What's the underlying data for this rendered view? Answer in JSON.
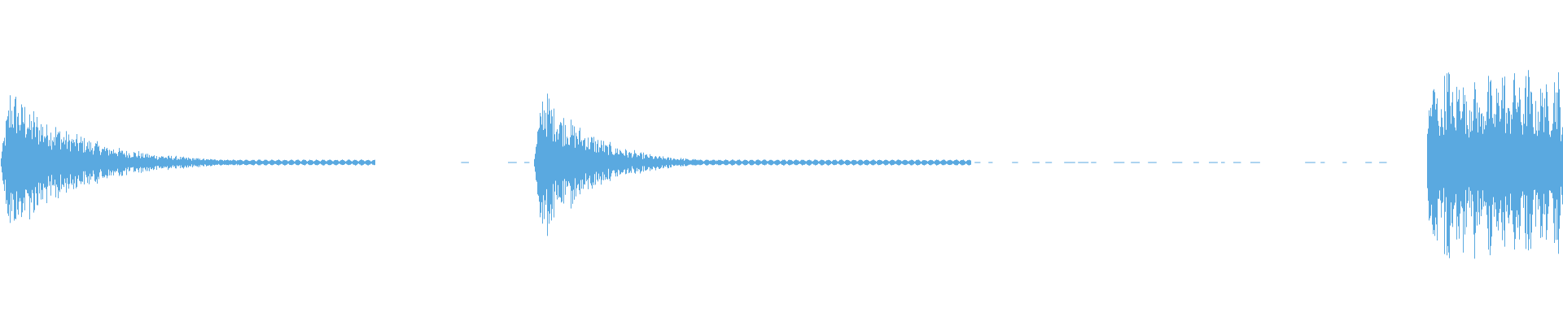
{
  "waveform": {
    "color": "#5aa9e0",
    "background": "#ffffff",
    "amplitude_max": 1.0,
    "note": "",
    "bursts": [
      {
        "time": 0.0,
        "peak": 0.92,
        "decay": 0.18,
        "length": 0.24,
        "tail": 0.1
      },
      {
        "time": 0.341,
        "peak": 1.0,
        "decay": 0.11,
        "length": 0.28,
        "tail": 0.2
      },
      {
        "time": 0.913,
        "peak": 1.1,
        "decay": 0.35,
        "length": 0.087,
        "tail": 0.0
      }
    ],
    "quiet_segments": [
      {
        "start": 0.19,
        "end": 0.24
      },
      {
        "start": 0.295,
        "end": 0.3
      },
      {
        "start": 0.325,
        "end": 0.341
      },
      {
        "start": 0.56,
        "end": 0.74
      },
      {
        "start": 0.75,
        "end": 0.81
      },
      {
        "start": 0.835,
        "end": 0.895
      }
    ]
  }
}
